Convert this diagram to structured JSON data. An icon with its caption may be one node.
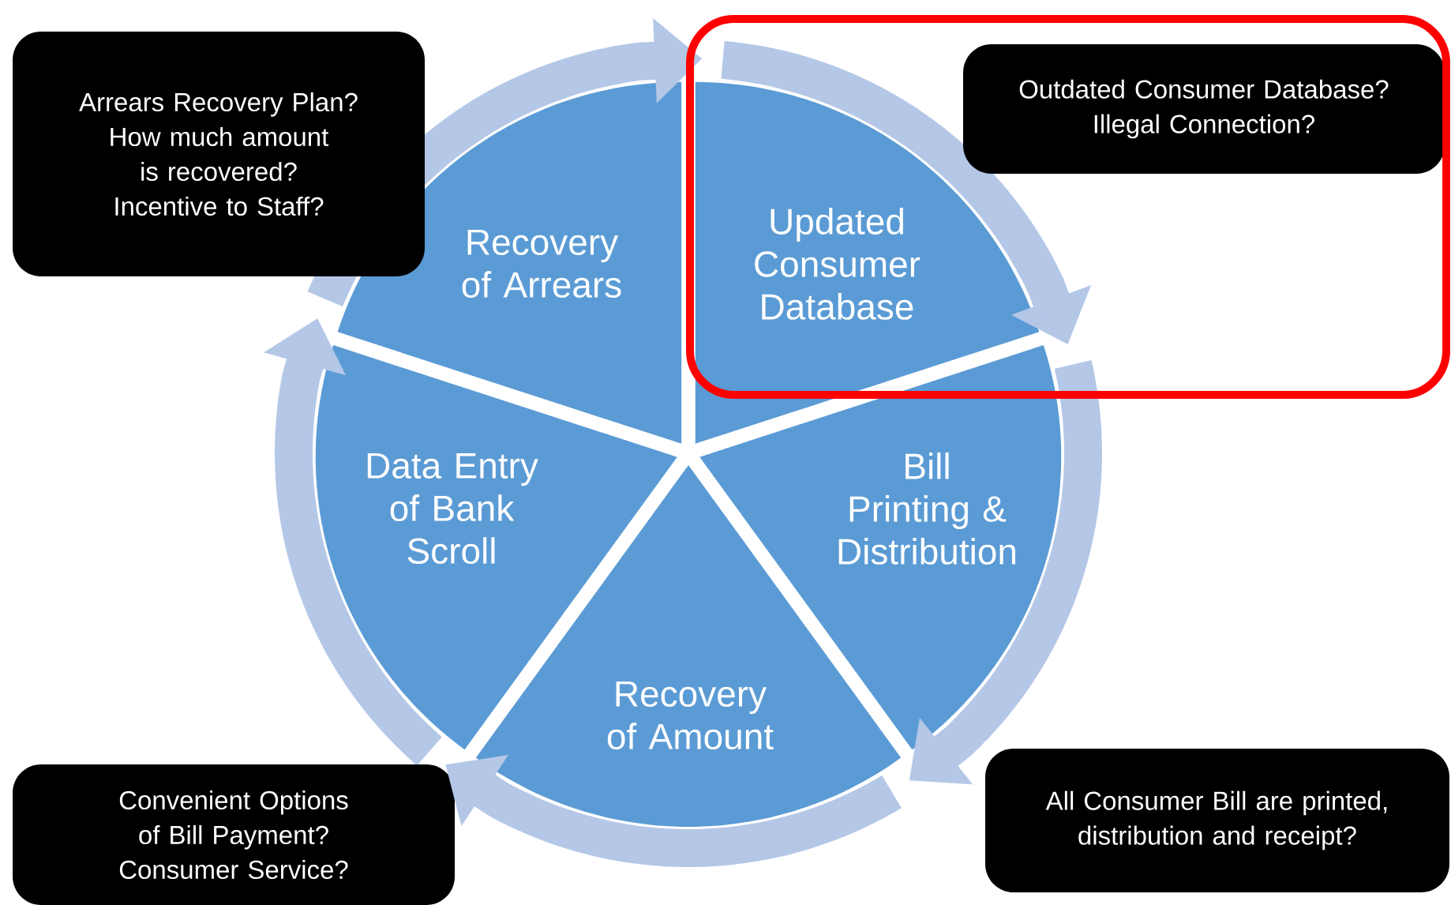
{
  "diagram": {
    "nodes": [
      {
        "text": [
          "Arrears Recovery Plan?",
          "How much amount is recovered?",
          "Incentive to Staff?"
        ]
      },
      {
        "text": [
          "Recovery of Arrears"
        ]
      },
      {
        "text": [
          "Updated Consumer Database"
        ]
      },
      {
        "text": [
          "Outdated Consumer Database?",
          "Illegal Connection?"
        ]
      },
      {
        "text": [
          "Data Entry of Bank Scroll"
        ]
      },
      {
        "text": [
          "Bill Printing & Distribution"
        ]
      },
      {
        "text": [
          "Recovery of Amount"
        ]
      },
      {
        "text": [
          "Convenient Options of Bill Payment?",
          "Consumer Service?"
        ]
      },
      {
        "text": [
          "All Consumer Bill are printed, distribution and receipt?"
        ]
      }
    ],
    "edges": [
      {
        "from": 1,
        "to": 2,
        "arrow": "to"
      },
      {
        "from": 2,
        "to": 5,
        "arrow": "to"
      },
      {
        "from": 5,
        "to": 6,
        "arrow": "to"
      },
      {
        "from": 6,
        "to": 4,
        "arrow": "to"
      },
      {
        "from": 4,
        "to": 1,
        "arrow": "to"
      }
    ]
  }
}
